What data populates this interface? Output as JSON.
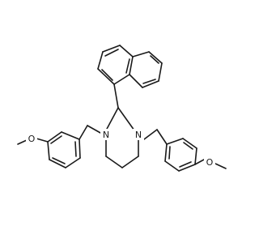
{
  "molecule": {
    "atoms": {
      "n1": "N",
      "n2": "N",
      "o1": "O",
      "o2": "O"
    },
    "colors": {
      "bond": "#1a1a1a",
      "background": "#ffffff"
    }
  }
}
